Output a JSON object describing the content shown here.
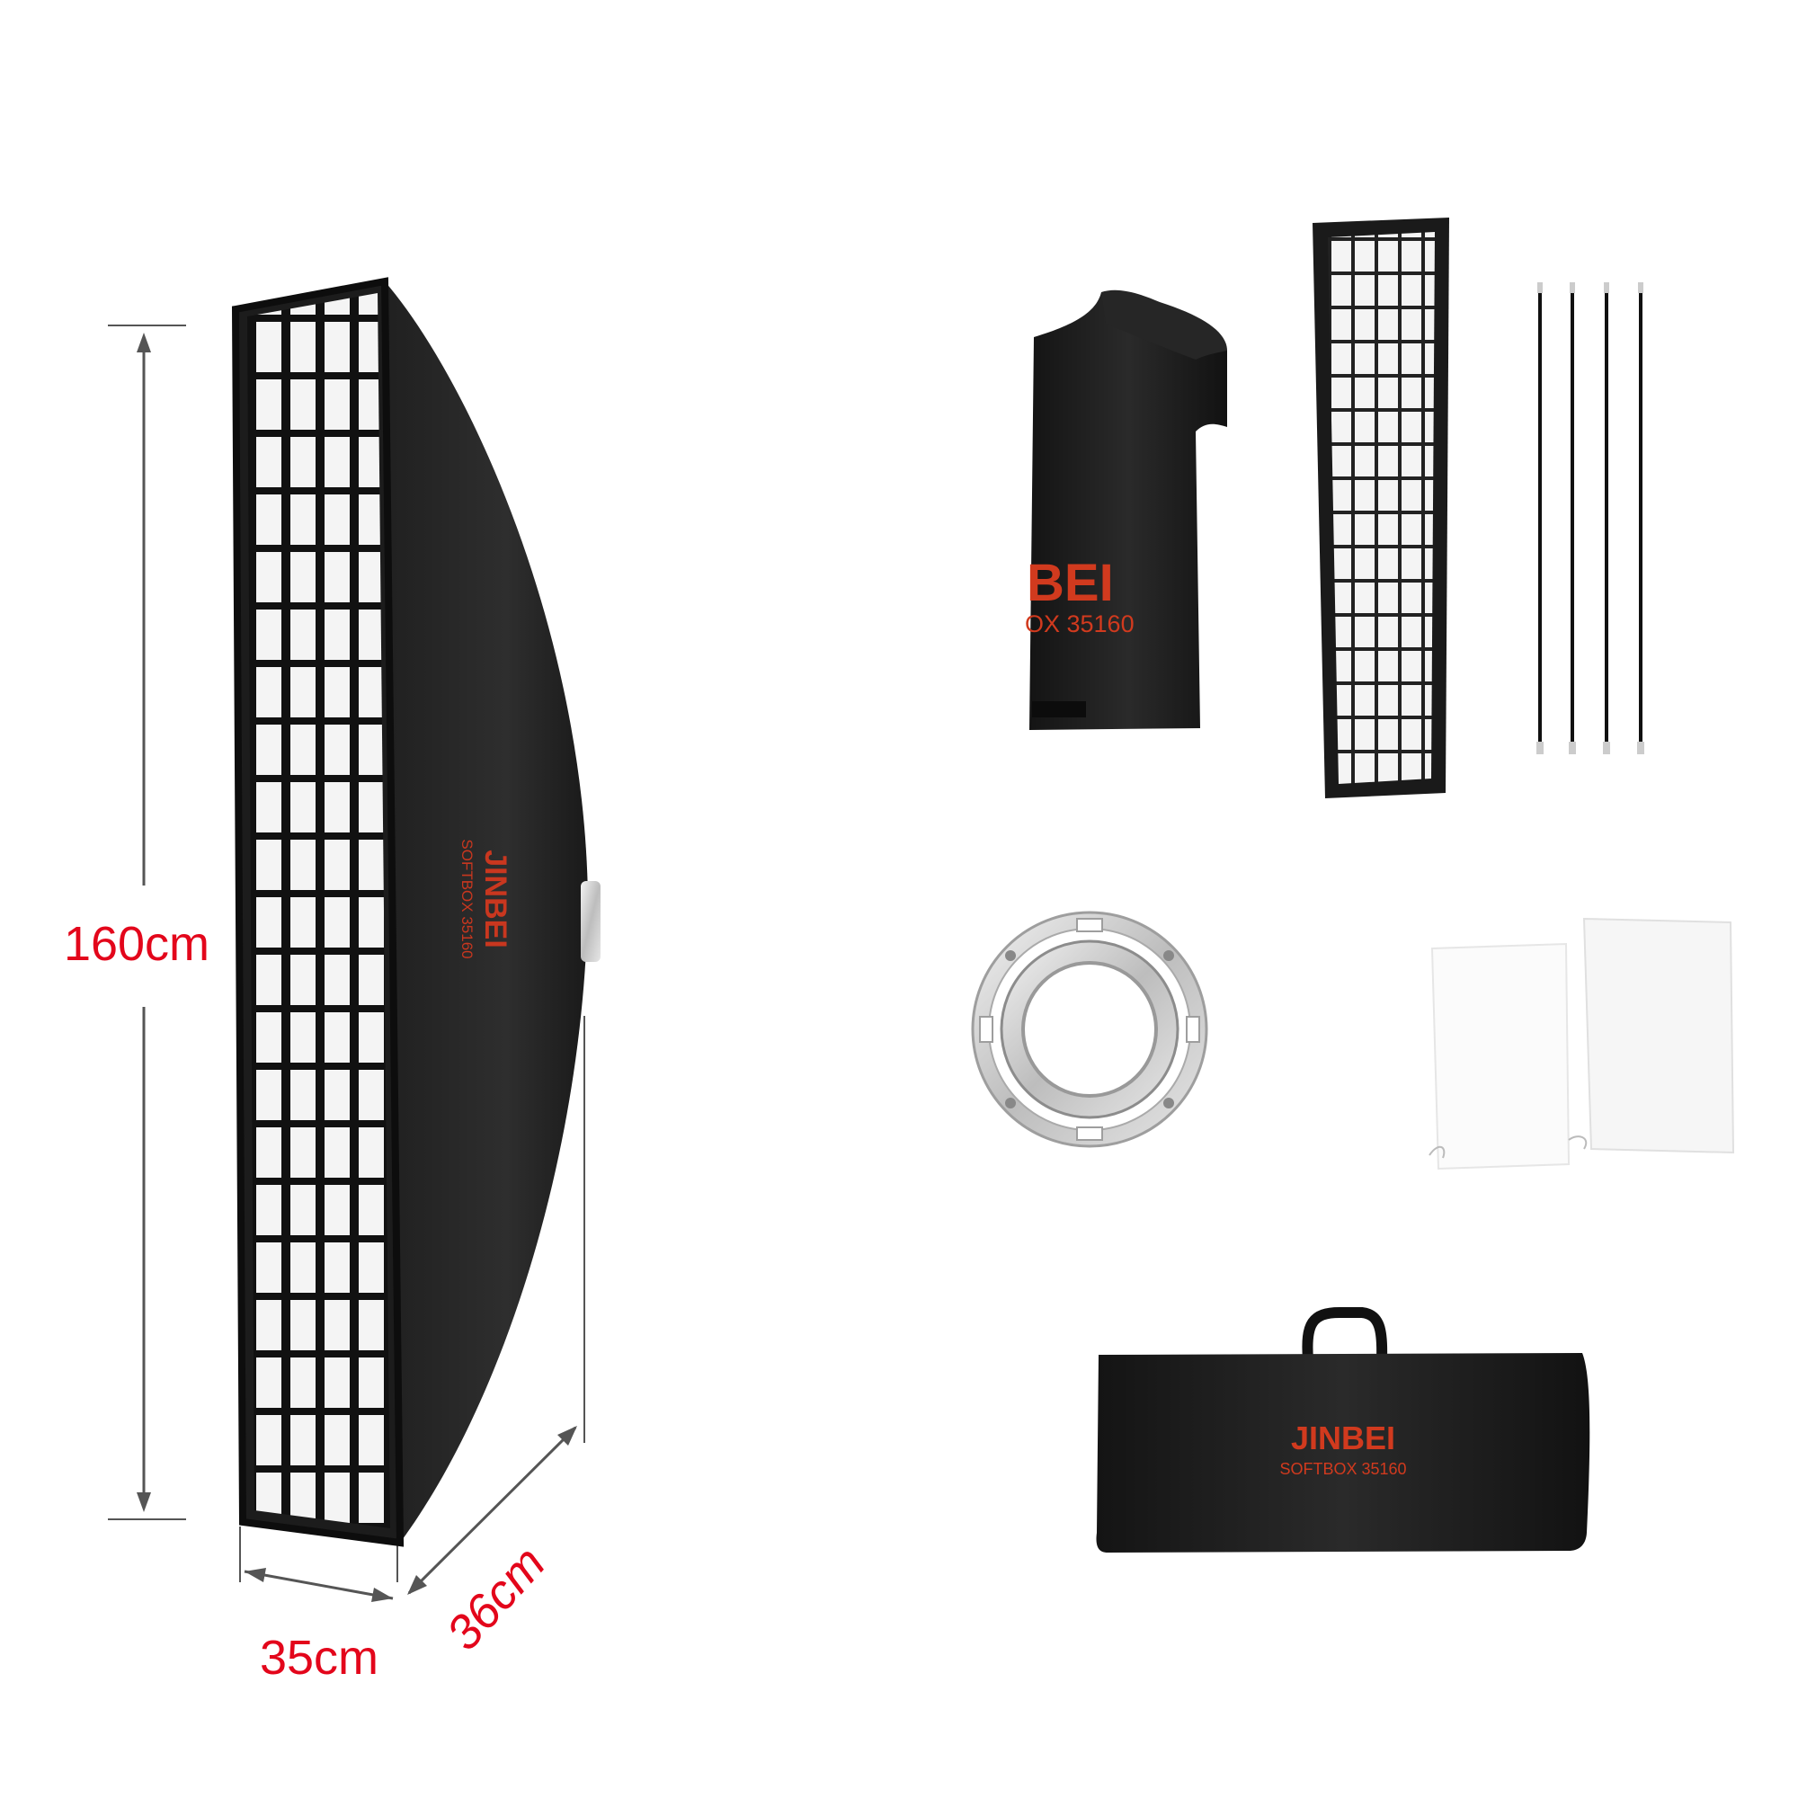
{
  "dimensions": {
    "height": "160cm",
    "width": "35cm",
    "depth": "36cm",
    "color": "#e3061b"
  },
  "brand": {
    "name": "JINBEI",
    "model": "SOFTBOX 35160",
    "color": "#c9371f"
  },
  "bag_small": {
    "brand_partial": "BEI",
    "model_partial": "OX 35160"
  },
  "bag_large": {
    "brand": "JINBEI",
    "model": "SOFTBOX 35160"
  },
  "items": {
    "softbox": "strip-softbox-with-grid",
    "accessories": [
      "storage-pouch",
      "honeycomb-grid",
      "support-rods",
      "speed-ring",
      "diffuser-cloths",
      "carry-bag"
    ],
    "rod_count": 4
  }
}
